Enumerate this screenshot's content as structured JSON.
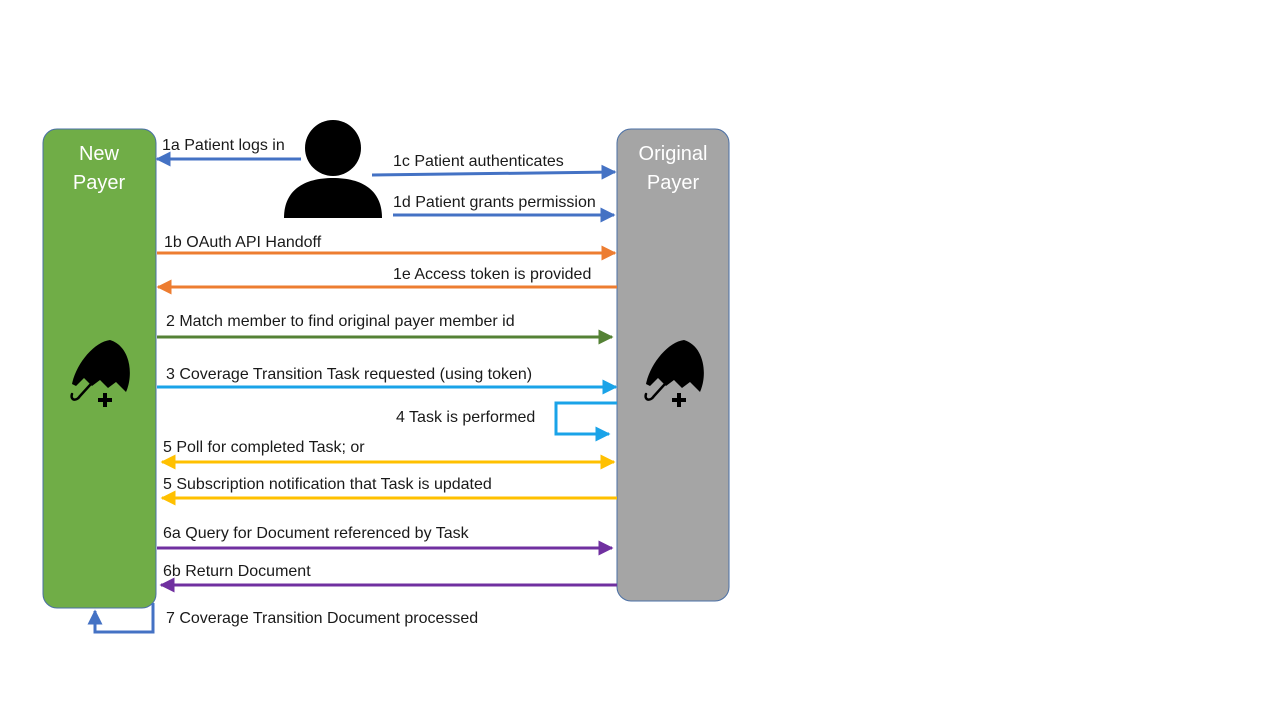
{
  "new_payer": {
    "title_line1": "New",
    "title_line2": "Payer",
    "fill": "#70AD47",
    "icon": "umbrella-plus-icon"
  },
  "original_payer": {
    "title_line1": "Original",
    "title_line2": "Payer",
    "fill": "#A5A5A5",
    "icon": "umbrella-plus-icon"
  },
  "patient": {
    "icon": "person-icon"
  },
  "colors": {
    "blue": "#4472C4",
    "orange": "#ED7D31",
    "green": "#548235",
    "cyan": "#1AA3E8",
    "yellow": "#FFC000",
    "purple": "#7030A0"
  },
  "steps": {
    "s1a": "1a Patient logs in",
    "s1c": "1c Patient authenticates",
    "s1d": "1d Patient grants permission",
    "s1b": "1b OAuth API Handoff",
    "s1e": "1e Access token is provided",
    "s2": "2 Match member to find original payer member id",
    "s3": "3 Coverage Transition Task requested (using token)",
    "s4": "4 Task is performed",
    "s5a": "5 Poll for completed Task; or",
    "s5b": "5 Subscription notification that Task is updated",
    "s6a": "6a Query for Document referenced by Task",
    "s6b": "6b Return Document",
    "s7": "7 Coverage Transition Document processed"
  }
}
